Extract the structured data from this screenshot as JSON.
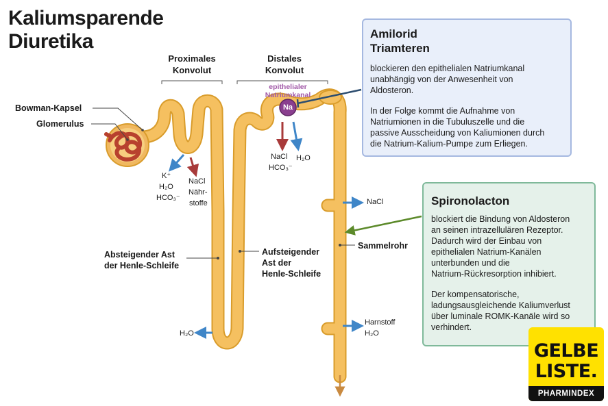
{
  "title": {
    "line1": "Kaliumsparende",
    "line2": "Diuretika"
  },
  "headers": {
    "proximal": {
      "line1": "Proximales",
      "line2": "Konvolut"
    },
    "distal": {
      "line1": "Distales",
      "line2": "Konvolut"
    }
  },
  "labels": {
    "bowman": "Bowman-Kapsel",
    "glomerulus": "Glomerulus",
    "channel": {
      "line1": "epithelialer",
      "line2": "Natriumkanal"
    },
    "na": "Na",
    "k": "K⁺",
    "h2o_prox": "H₂O",
    "hco3_prox": "HCO₃⁻",
    "nacl_prox": "NaCl",
    "naehr_1": "Nähr-",
    "naehr_2": "stoffe",
    "nacl_dist": "NaCl",
    "hco3_dist": "HCO₃⁻",
    "h2o_dist": "H₂O",
    "desc_1": "Absteigender Ast",
    "desc_2": "der Henle-Schleife",
    "asc_1": "Aufsteigender",
    "asc_2": "Ast der",
    "asc_3": "Henle-Schleife",
    "h2o_loop": "H₂O",
    "sammelrohr": "Sammelrohr",
    "nacl_coll": "NaCl",
    "harnstoff": "Harnstoff",
    "h2o_coll": "H₂O"
  },
  "box1": {
    "title1": "Amilorid",
    "title2": "Triamteren",
    "p1": [
      "blockieren den epithelialen Natriumkanal",
      "unabhängig von der Anwesenheit von",
      "Aldosteron."
    ],
    "p2": [
      "In der Folge kommt die Aufnahme von",
      "Natriumionen in die Tubuluszelle und die",
      "passive Ausscheidung von Kaliumionen durch",
      "die Natrium-Kalium-Pumpe zum Erliegen."
    ]
  },
  "box2": {
    "title": "Spironolacton",
    "p1": [
      "blockiert die Bindung von Aldosteron",
      "an seinen intrazellulären Rezeptor.",
      "Dadurch wird der Einbau von",
      "epithelialen Natrium-Kanälen",
      "unterbunden und die",
      "Natrium-Rückresorption inhibiert."
    ],
    "p2": [
      "Der kompensatorische,",
      "ladungsausgleichende Kaliumverlust",
      "über luminale ROMK-Kanäle wird so",
      "verhindert."
    ]
  },
  "logo": {
    "line1": "GELBE",
    "line2": "LISTE.",
    "sub": "PHARMINDEX"
  },
  "colors": {
    "tubule": "#f5c060",
    "tubule_edge": "#d99c2b",
    "glomerulus": "#b8412e",
    "capsule": "#f0b860",
    "arrow_blue": "#3f86c8",
    "arrow_red": "#a83a3a",
    "na_circle": "#8a3f8f",
    "channel_text": "#a25aa8",
    "box1_bg": "#e9effa",
    "box1_border": "#a5b8e0",
    "box2_bg": "#e5f1ea",
    "box2_border": "#7fb99a",
    "pointer_blue": "#2c4d6f",
    "pointer_green": "#5c8a2a",
    "logo_bg": "#ffe100"
  }
}
